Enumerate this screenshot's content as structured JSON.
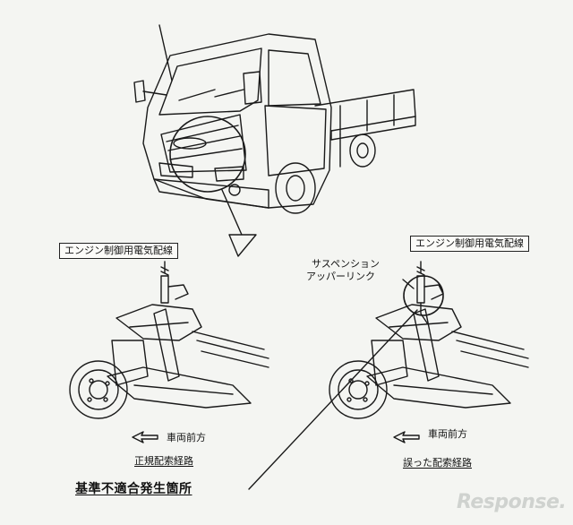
{
  "labels": {
    "engine_wire_left": "エンジン制御用電気配線",
    "engine_wire_right": "エンジン制御用電気配線",
    "suspension_line1": "サスペンション",
    "suspension_line2": "アッパーリンク",
    "forward_left": "車両前方",
    "forward_right": "車両前方",
    "correct_route": "正規配索経路",
    "wrong_route": "誤った配索経路",
    "defect_location": "基準不適合発生箇所"
  },
  "watermark": "Response."
}
